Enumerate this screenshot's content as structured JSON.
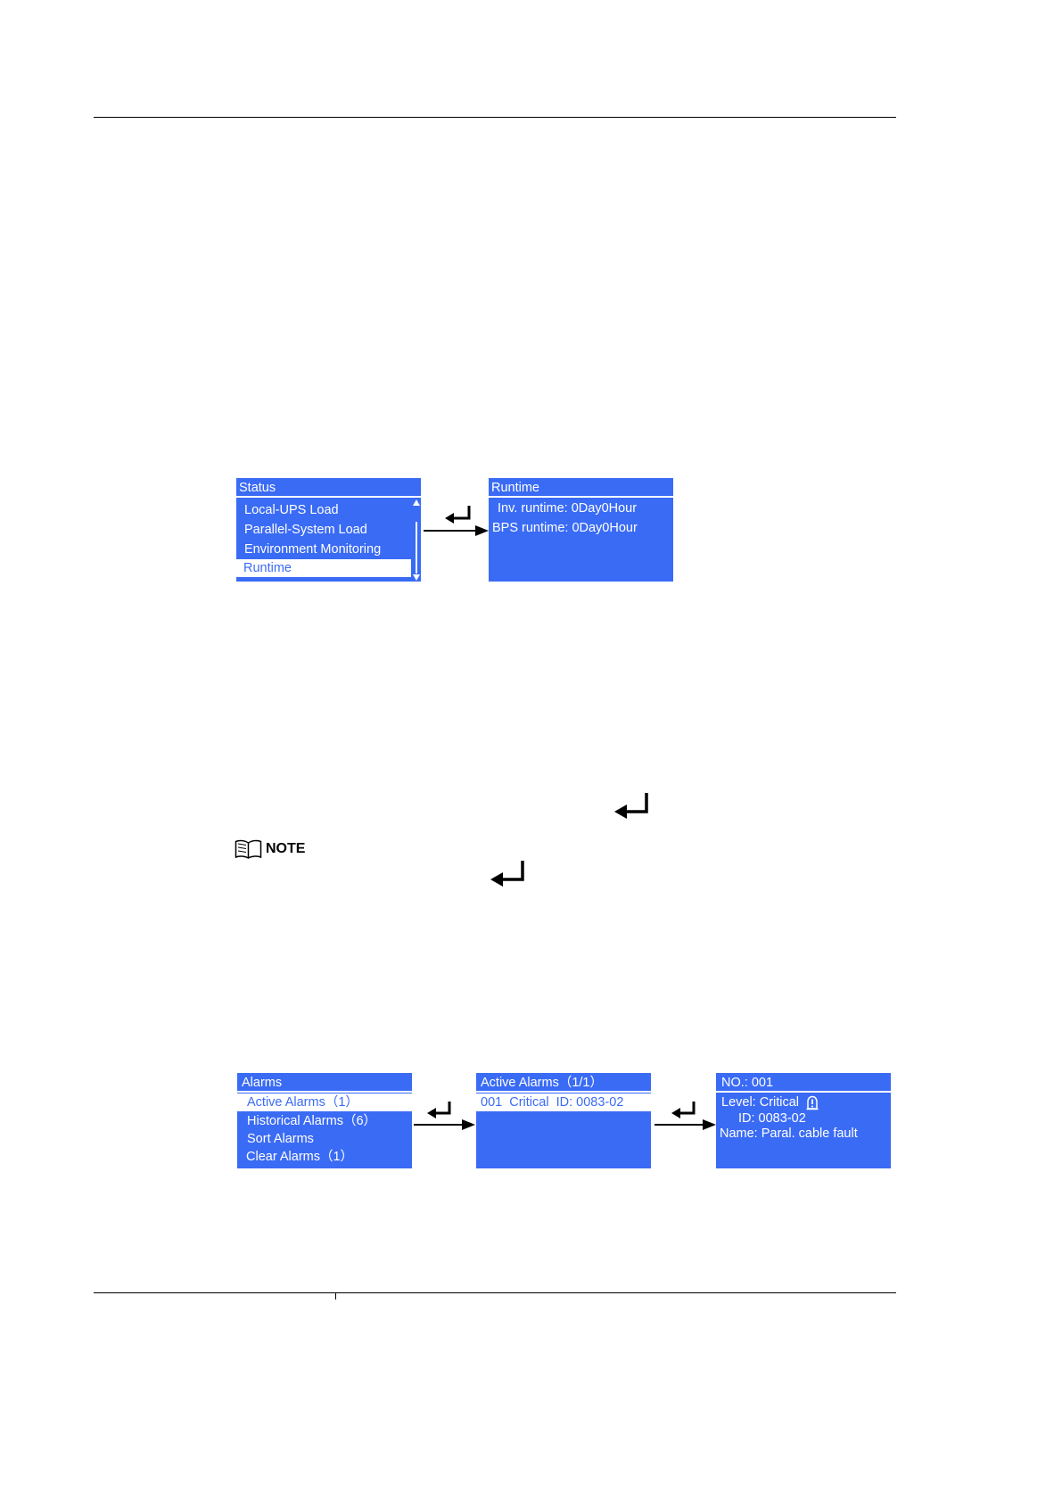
{
  "status_screen": {
    "title": "Status",
    "items": [
      "Local-UPS Load",
      "Parallel-System Load",
      "Environment Monitoring",
      "Runtime"
    ],
    "selected_index": 3
  },
  "runtime_screen": {
    "title": "Runtime",
    "lines": [
      "Inv. runtime: 0Day0Hour",
      "BPS runtime: 0Day0Hour"
    ]
  },
  "note": {
    "label": "NOTE"
  },
  "alarms_screen": {
    "title": "Alarms",
    "items": [
      "Active Alarms（1）",
      "Historical Alarms（6）",
      "Sort Alarms",
      "Clear Alarms（1）"
    ],
    "selected_index": 0
  },
  "active_alarms_screen": {
    "title": "Active Alarms（1/1）",
    "rows": [
      "001  Critical  ID: 0083-02"
    ]
  },
  "alarm_detail_screen": {
    "title": "NO.: 001",
    "level": "Level: Critical",
    "id": "ID: 0083-02",
    "name": "Name: Paral. cable fault"
  },
  "icons": [
    "enter-key-icon",
    "arrow-right-icon",
    "book-icon",
    "alarm-bell-icon",
    "scroll-up-icon",
    "scroll-down-icon"
  ]
}
